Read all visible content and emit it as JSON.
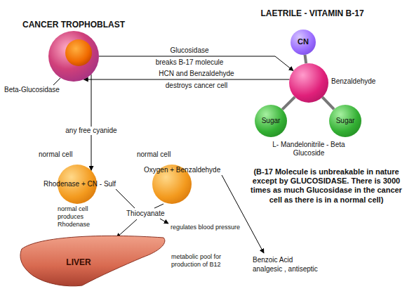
{
  "diagram": {
    "nodes": [
      {
        "text": [
          "CANCER TROPHOBLAST"
        ]
      },
      {
        "text": [
          "CN"
        ]
      },
      {
        "text": [
          "Benzaldehyde"
        ]
      },
      {
        "text": [
          "Sugar"
        ]
      },
      {
        "text": [
          "Sugar"
        ]
      },
      {
        "text": [
          "normal cell",
          "Rhodenase + CN - Sulf",
          "normal cell produces Rhodenase"
        ]
      },
      {
        "text": [
          "normal cell",
          "Oxygen + Benzaldehyde"
        ]
      },
      {
        "text": [
          "LIVER"
        ]
      }
    ],
    "edges": [
      {
        "from": 0,
        "to": 2,
        "label": "Glucosidase",
        "arrow": "to"
      },
      {
        "from": 2,
        "to": 0,
        "label": "HCN and Benzaldehyde",
        "arrow": "to"
      },
      {
        "from": 0,
        "to": 5,
        "label": "any free cyanide",
        "arrow": "to"
      },
      {
        "from": 1,
        "to": 2,
        "arrow": "none"
      },
      {
        "from": 2,
        "to": 3,
        "arrow": "none"
      },
      {
        "from": 2,
        "to": 4,
        "arrow": "none"
      }
    ],
    "labels": [
      "LAETRILE - VITAMIN B-17",
      "breaks B-17 molecule",
      "destroys cancer cell",
      "Beta-Glucosidase",
      "L- Mandelonitrile - Beta Glucoside",
      "(B-17 Molecule is unbreakable in nature except by GLUCOSIDASE. There is 3000 times as much Glucosidase in the cancer cell as there is in a normal cell)",
      "Thiocyanate",
      "regulates blood pressure",
      "metabolic pool for production of B12",
      "Benzoic Acid",
      "analgesic , antiseptic"
    ]
  }
}
